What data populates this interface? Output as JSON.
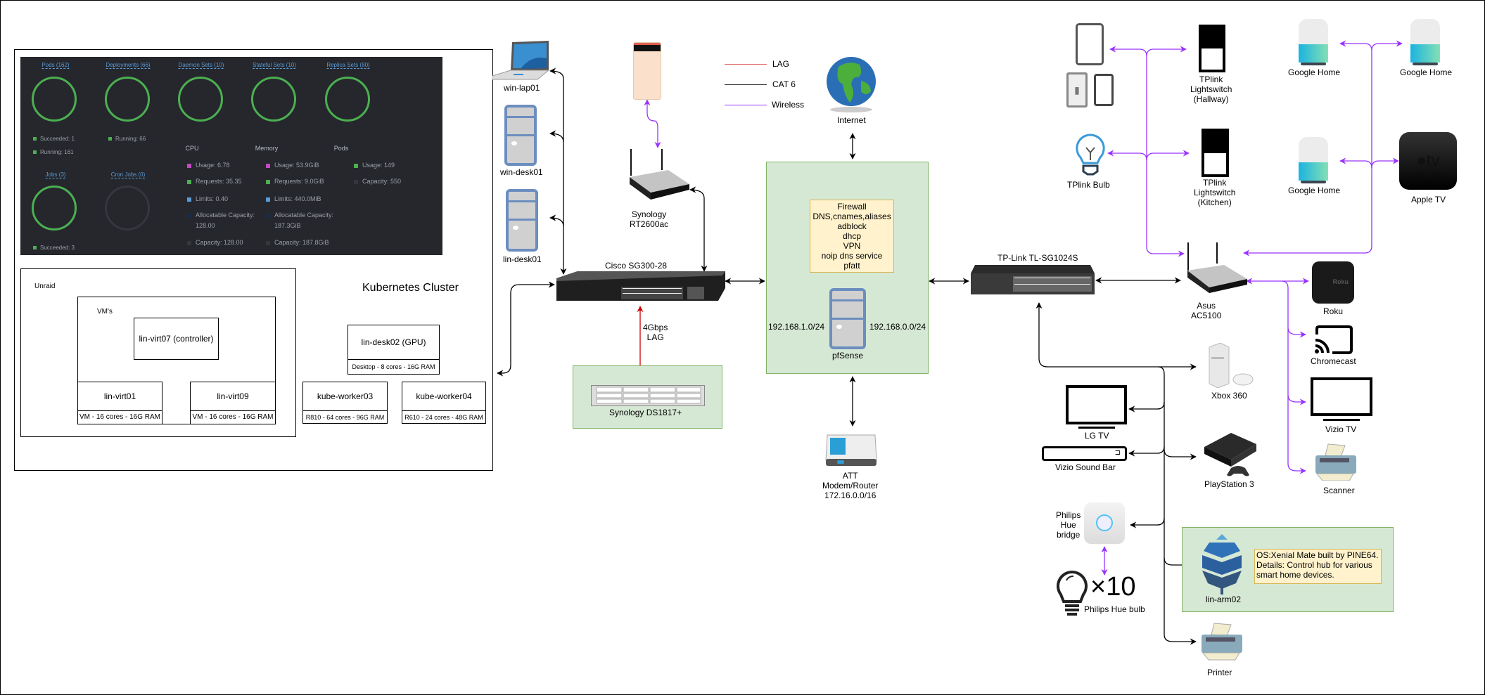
{
  "legend": {
    "items": [
      {
        "label": "LAG",
        "color": "#e06666"
      },
      {
        "label": "CAT 6",
        "color": "#333333"
      },
      {
        "label": "Wireless",
        "color": "#9933ff"
      }
    ]
  },
  "dashboard": {
    "workloads": [
      {
        "title": "Pods (162)",
        "legend": [
          "Succeeded: 1",
          "Running: 161"
        ],
        "active": true
      },
      {
        "title": "Deployments (66)",
        "legend": [
          "Running: 66"
        ],
        "active": true
      },
      {
        "title": "Daemon Sets (10)",
        "legend": [],
        "active": true
      },
      {
        "title": "Stateful Sets (10)",
        "legend": [],
        "active": true
      },
      {
        "title": "Replica Sets (80)",
        "legend": [],
        "active": true
      },
      {
        "title": "Jobs (3)",
        "legend": [
          "Succeeded: 3"
        ],
        "active": true
      },
      {
        "title": "Cron Jobs (0)",
        "legend": [],
        "active": false
      }
    ],
    "resources": {
      "cpu": {
        "header": "CPU",
        "usage": "Usage: 6.78",
        "requests": "Requests: 35.35",
        "limits": "Limits: 0.40",
        "allocatable_label": "Allocatable Capacity:",
        "allocatable": "128.00",
        "capacity": "Capacity: 128.00"
      },
      "memory": {
        "header": "Memory",
        "usage": "Usage: 53.9GiB",
        "requests": "Requests: 9.0GiB",
        "limits": "Limits: 440.0MiB",
        "allocatable_label": "Allocatable Capacity:",
        "allocatable": "187.3GiB",
        "capacity": "Capacity: 187.8GiB"
      },
      "pods": {
        "header": "Pods",
        "usage": "Usage: 149",
        "capacity": "Capacity: 550"
      }
    },
    "colors": {
      "usage": "#c349c3",
      "requests": "#4caf50",
      "limits": "#5b9bd5",
      "allocatable": "#1a2a4a",
      "capacity": "#33363b",
      "ring": "#4caf50"
    }
  },
  "cluster": {
    "title": "Kubernetes Cluster",
    "unraid_label": "Unraid",
    "vms_label": "VM's",
    "controller": "lin-virt07 (controller)",
    "nodes": [
      {
        "name": "lin-virt01",
        "spec": "VM - 16 cores - 16G RAM"
      },
      {
        "name": "lin-virt09",
        "spec": "VM - 16 cores - 16G RAM"
      },
      {
        "name": "lin-desk02 (GPU)",
        "spec": "Desktop - 8 cores - 16G RAM"
      },
      {
        "name": "kube-worker03",
        "spec": "R810 - 64 cores - 96G RAM"
      },
      {
        "name": "kube-worker04",
        "spec": "R610 - 24 cores - 48G RAM"
      }
    ]
  },
  "devices": {
    "win_lap01": "win-lap01",
    "win_desk01": "win-desk01",
    "lin_desk01": "lin-desk01",
    "synology_router": [
      "Synology",
      "RT2600ac"
    ],
    "cisco": "Cisco SG300-28",
    "lag_label": [
      "4Gbps",
      "LAG"
    ],
    "nas": "Synology DS1817+",
    "internet": "Internet",
    "pfsense": "pfSense",
    "pfsense_services": [
      "Firewall",
      "DNS,cnames,aliases",
      "adblock",
      "dhcp",
      "VPN",
      "noip dns service",
      "pfatt"
    ],
    "lan_left": "192.168.1.0/24",
    "lan_right": "192.168.0.0/24",
    "att": [
      "ATT",
      "Modem/Router",
      "172.16.0.0/16"
    ],
    "tplink_switch": "TP-Link TL-SG1024S",
    "asus": [
      "Asus",
      "AC5100"
    ],
    "tplink_hallway": [
      "TPlink",
      "Lightswitch",
      "(Hallway)"
    ],
    "tplink_kitchen": [
      "TPlink",
      "Lightswitch",
      "(Kitchen)"
    ],
    "tplink_bulb": "TPlink Bulb",
    "google_home_1": "Google Home",
    "google_home_2": "Google Home",
    "google_home_3": "Google Home",
    "apple_tv": "Apple TV",
    "apple_tv_logo": "tv",
    "roku": "Roku",
    "roku_logo": "Roku",
    "chromecast": "Chromecast",
    "vizio_tv": "Vizio TV",
    "scanner": "Scanner",
    "xbox": "Xbox 360",
    "lg_tv": "LG TV",
    "soundbar": "Vizio Sound Bar",
    "ps3": "PlayStation 3",
    "hue_bridge": [
      "Philips",
      "Hue",
      "bridge"
    ],
    "hue_bulb": "Philips Hue bulb",
    "hue_count": "×10",
    "lin_arm02": "lin-arm02",
    "lin_arm02_note": [
      "OS:Xenial Mate built by PINE64.",
      "Details: Control hub for various",
      "smart home devices."
    ],
    "printer": "Printer"
  }
}
